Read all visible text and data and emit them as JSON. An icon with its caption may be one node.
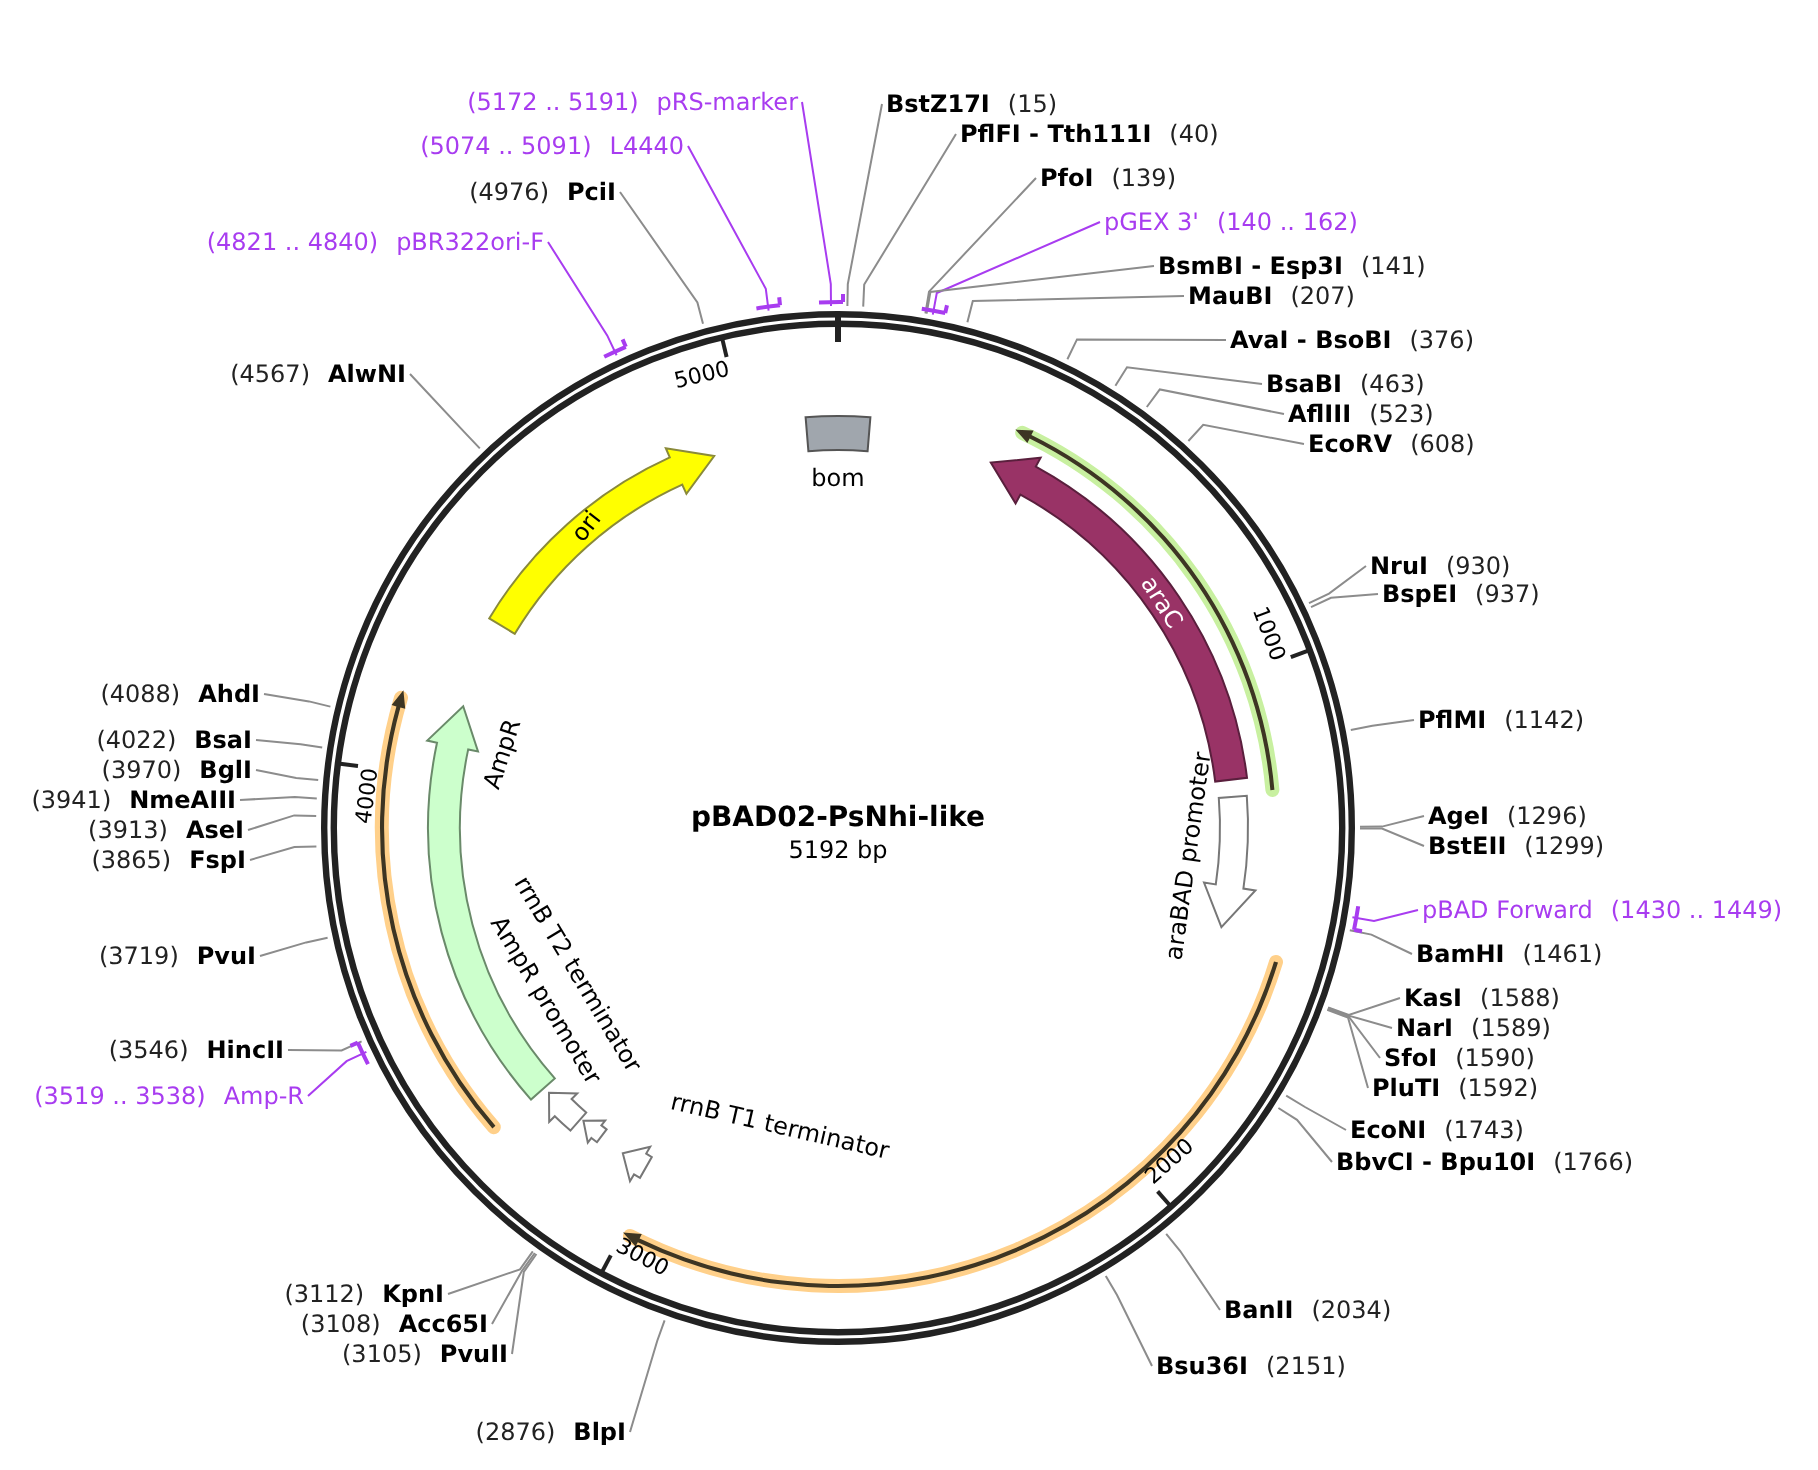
{
  "diagram": {
    "title": "pBAD02-PsNhi-like",
    "nodes": [
      {
        "text": [
          "BstZ17I",
          "(15)"
        ]
      },
      {
        "text": [
          "PflFI - Tth111I",
          "(40)"
        ]
      },
      {
        "text": [
          "PfoI",
          "(139)"
        ]
      },
      {
        "text": [
          "pGEX 3'",
          "(140 .. 162)"
        ]
      },
      {
        "text": [
          "BsmBI - Esp3I",
          "(141)"
        ]
      },
      {
        "text": [
          "MauBI",
          "(207)"
        ]
      },
      {
        "text": [
          "AvaI - BsoBI",
          "(376)"
        ]
      },
      {
        "text": [
          "BsaBI",
          "(463)"
        ]
      },
      {
        "text": [
          "AflIII",
          "(523)"
        ]
      },
      {
        "text": [
          "EcoRV",
          "(608)"
        ]
      },
      {
        "text": [
          "NruI",
          "(930)"
        ]
      },
      {
        "text": [
          "BspEI",
          "(937)"
        ]
      },
      {
        "text": [
          "PflMI",
          "(1142)"
        ]
      },
      {
        "text": [
          "AgeI",
          "(1296)"
        ]
      },
      {
        "text": [
          "BstEII",
          "(1299)"
        ]
      },
      {
        "text": [
          "pBAD Forward",
          "(1430 .. 1449)"
        ]
      },
      {
        "text": [
          "BamHI",
          "(1461)"
        ]
      },
      {
        "text": [
          "KasI",
          "(1588)"
        ]
      },
      {
        "text": [
          "NarI",
          "(1589)"
        ]
      },
      {
        "text": [
          "SfoI",
          "(1590)"
        ]
      },
      {
        "text": [
          "PluTI",
          "(1592)"
        ]
      },
      {
        "text": [
          "EcoNI",
          "(1743)"
        ]
      },
      {
        "text": [
          "BbvCI - Bpu10I",
          "(1766)"
        ]
      },
      {
        "text": [
          "BanII",
          "(2034)"
        ]
      },
      {
        "text": [
          "Bsu36I",
          "(2151)"
        ]
      },
      {
        "text": [
          "(2876)",
          "BlpI"
        ]
      },
      {
        "text": [
          "(3105)",
          "PvuII"
        ]
      },
      {
        "text": [
          "(3108)",
          "Acc65I"
        ]
      },
      {
        "text": [
          "(3112)",
          "KpnI"
        ]
      },
      {
        "text": [
          "(3519 .. 3538)",
          "Amp-R"
        ]
      },
      {
        "text": [
          "(3546)",
          "HincII"
        ]
      },
      {
        "text": [
          "(3719)",
          "PvuI"
        ]
      },
      {
        "text": [
          "(3865)",
          "FspI"
        ]
      },
      {
        "text": [
          "(3913)",
          "AseI"
        ]
      },
      {
        "text": [
          "(3941)",
          "NmeAIII"
        ]
      },
      {
        "text": [
          "(3970)",
          "BglI"
        ]
      },
      {
        "text": [
          "(4022)",
          "BsaI"
        ]
      },
      {
        "text": [
          "(4088)",
          "AhdI"
        ]
      },
      {
        "text": [
          "(4567)",
          "AlwNI"
        ]
      },
      {
        "text": [
          "(4821 .. 4840)",
          "pBR322ori-F"
        ]
      },
      {
        "text": [
          "(4976)",
          "PciI"
        ]
      },
      {
        "text": [
          "(5074 .. 5091)",
          "L4440"
        ]
      },
      {
        "text": [
          "(5172 .. 5191)",
          "pRS-marker"
        ]
      },
      {
        "text": [
          "ori"
        ]
      },
      {
        "text": [
          "bom"
        ]
      },
      {
        "text": [
          "araC"
        ]
      },
      {
        "text": [
          "araBAD promoter"
        ]
      },
      {
        "text": [
          "AmpR"
        ]
      },
      {
        "text": [
          "AmpR promoter"
        ]
      },
      {
        "text": [
          "rrnB T2 terminator"
        ]
      },
      {
        "text": [
          "rrnB T1 terminator"
        ]
      }
    ],
    "edges": [
      {
        "from": 0,
        "to": null,
        "arrow": "none"
      },
      {
        "from": 1,
        "to": null,
        "arrow": "none"
      },
      {
        "from": 2,
        "to": null,
        "arrow": "none"
      },
      {
        "from": 3,
        "to": null,
        "arrow": "none",
        "color": "#a83cf0"
      },
      {
        "from": 4,
        "to": null,
        "arrow": "none"
      },
      {
        "from": 5,
        "to": null,
        "arrow": "none"
      },
      {
        "from": 6,
        "to": null,
        "arrow": "none"
      },
      {
        "from": 7,
        "to": null,
        "arrow": "none"
      },
      {
        "from": 8,
        "to": null,
        "arrow": "none"
      },
      {
        "from": 9,
        "to": null,
        "arrow": "none"
      },
      {
        "from": 10,
        "to": null,
        "arrow": "none"
      },
      {
        "from": 11,
        "to": null,
        "arrow": "none"
      },
      {
        "from": 12,
        "to": null,
        "arrow": "none"
      },
      {
        "from": 13,
        "to": null,
        "arrow": "none"
      },
      {
        "from": 14,
        "to": null,
        "arrow": "none"
      },
      {
        "from": 15,
        "to": null,
        "arrow": "none",
        "color": "#a83cf0"
      },
      {
        "from": 16,
        "to": null,
        "arrow": "none"
      },
      {
        "from": 17,
        "to": null,
        "arrow": "none"
      },
      {
        "from": 18,
        "to": null,
        "arrow": "none"
      },
      {
        "from": 19,
        "to": null,
        "arrow": "none"
      },
      {
        "from": 20,
        "to": null,
        "arrow": "none"
      },
      {
        "from": 21,
        "to": null,
        "arrow": "none"
      },
      {
        "from": 22,
        "to": null,
        "arrow": "none"
      },
      {
        "from": 23,
        "to": null,
        "arrow": "none"
      },
      {
        "from": 24,
        "to": null,
        "arrow": "none"
      },
      {
        "from": 25,
        "to": null,
        "arrow": "none"
      },
      {
        "from": 26,
        "to": null,
        "arrow": "none"
      },
      {
        "from": 27,
        "to": null,
        "arrow": "none"
      },
      {
        "from": 28,
        "to": null,
        "arrow": "none"
      },
      {
        "from": 29,
        "to": null,
        "arrow": "none",
        "color": "#a83cf0"
      },
      {
        "from": 30,
        "to": null,
        "arrow": "none"
      },
      {
        "from": 31,
        "to": null,
        "arrow": "none"
      },
      {
        "from": 32,
        "to": null,
        "arrow": "none"
      },
      {
        "from": 33,
        "to": null,
        "arrow": "none"
      },
      {
        "from": 34,
        "to": null,
        "arrow": "none"
      },
      {
        "from": 35,
        "to": null,
        "arrow": "none"
      },
      {
        "from": 36,
        "to": null,
        "arrow": "none"
      },
      {
        "from": 37,
        "to": null,
        "arrow": "none"
      },
      {
        "from": 38,
        "to": null,
        "arrow": "none"
      },
      {
        "from": 39,
        "to": null,
        "arrow": "none",
        "color": "#a83cf0"
      },
      {
        "from": 40,
        "to": null,
        "arrow": "none"
      },
      {
        "from": 41,
        "to": null,
        "arrow": "none",
        "color": "#a83cf0"
      },
      {
        "from": 42,
        "to": null,
        "arrow": "none",
        "color": "#a83cf0"
      }
    ],
    "labels": [
      "5192 bp",
      "1000",
      "2000",
      "3000",
      "4000",
      "5000"
    ]
  }
}
